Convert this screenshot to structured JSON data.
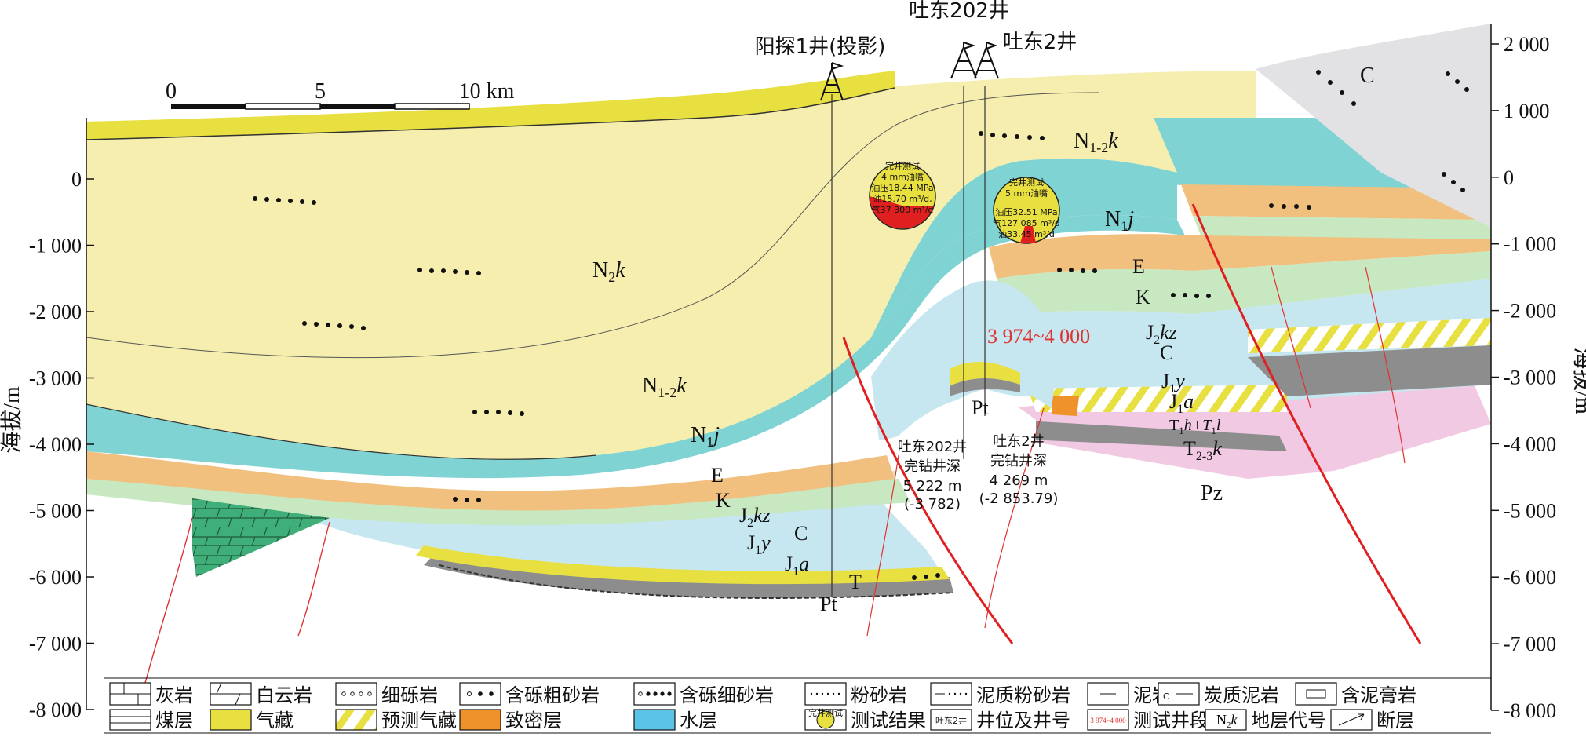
{
  "axes": {
    "left_title": "海拔/m",
    "right_title": "海拔/m",
    "left_ticks": [
      "0",
      "-1 000",
      "-2 000",
      "-3 000",
      "-4 000",
      "-5 000",
      "-6 000",
      "-7 000",
      "-8 000"
    ],
    "right_ticks": [
      "2 000",
      "1 000",
      "0",
      "-1 000",
      "-2 000",
      "-3 000",
      "-4 000",
      "-5 000",
      "-6 000",
      "-7 000",
      "-8 000"
    ]
  },
  "scale_bar": {
    "ticks": [
      "0",
      "5",
      "10 km"
    ]
  },
  "wells": {
    "yangtan": "阳探1井(投影)",
    "tudong202": "吐东202井",
    "tudong2": "吐东2井"
  },
  "formations": {
    "N2k": [
      "N",
      "2",
      "k"
    ],
    "N12k_upper": [
      "N",
      "1-2",
      "k"
    ],
    "N12k_lower": [
      "N",
      "1-2",
      "k"
    ],
    "N1j_right": [
      "N",
      "1",
      "j"
    ],
    "N1j_left": [
      "N",
      "1",
      "j"
    ],
    "E_right": "E",
    "K_right": "K",
    "E_left": "E",
    "K_left": "K",
    "J2kz_right": [
      "J",
      "2",
      "kz"
    ],
    "C_right": "C",
    "J1y_right": [
      "J",
      "1",
      "y"
    ],
    "J1a_right": [
      "J",
      "1",
      "a"
    ],
    "T1h": [
      "T",
      "1",
      "h+T",
      "1",
      "l"
    ],
    "T23k": [
      "T",
      "2-3",
      "k"
    ],
    "J2kz_left": [
      "J",
      "2",
      "kz"
    ],
    "C_left": "C",
    "J1y_left": [
      "J",
      "1",
      "y"
    ],
    "J1a_left": [
      "J",
      "1",
      "a"
    ],
    "T_left": "T",
    "Pt_left": "Pt",
    "Pt_center": "Pt",
    "Pz": "Pz",
    "C_top": "C"
  },
  "test_interval": "3 974~4 000",
  "test_results": {
    "circle1": [
      "完井测试",
      "4 mm油嘴",
      "油压18.44 MPa",
      "油15.70 m³/d,",
      "气37 300 m³/d"
    ],
    "circle2": [
      "完井测试",
      "5 mm油嘴",
      "油压32.51 MPa",
      "气127 085 m³/d",
      "油33.45 m³/d"
    ]
  },
  "well_depths": {
    "tudong202": [
      "吐东202井",
      "完钻井深",
      "5 222 m",
      "(-3 782)"
    ],
    "tudong2": [
      "吐东2井",
      "完钻井深",
      "4 269 m",
      "(-2 853.79)"
    ]
  },
  "legend": {
    "row1": [
      "灰岩",
      "白云岩",
      "细砾岩",
      "含砾粗砂岩",
      "含砾细砂岩",
      "粉砂岩",
      "泥质粉砂岩",
      "泥岩",
      "炭质泥岩",
      "含泥膏岩"
    ],
    "row2": [
      "煤层",
      "气藏",
      "预测气藏",
      "致密层",
      "水层",
      "测试结果",
      "井位及井号",
      "测试井段",
      "地层代号",
      "断层"
    ],
    "swatch_texts": {
      "test_result": "完井测试",
      "well_id": "吐东2井",
      "interval": "3 974~4 000",
      "code": [
        "N",
        "2",
        "k"
      ]
    }
  },
  "colors": {
    "n2k": "#f5eeae",
    "n1j": "#7fd3d3",
    "e": "#f2c07e",
    "k": "#c7e8c0",
    "jura": "#c6e7ef",
    "gas": "#e8e040",
    "t": "#8d8d8d",
    "t23k": "#f1c9e3",
    "basement_c": "#e2e2e4",
    "tight": "#f0922a",
    "water": "#5bc3e8",
    "fault": "#e02020",
    "interval": "#e03030"
  }
}
